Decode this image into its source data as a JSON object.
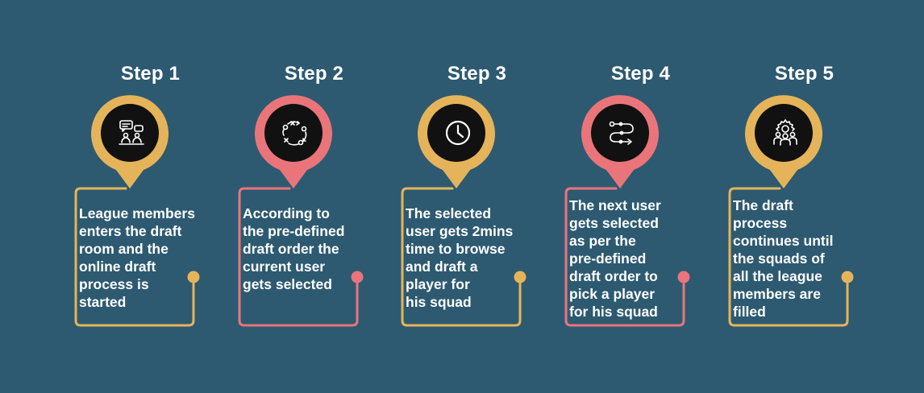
{
  "colors": {
    "background": "#2d5a71",
    "gold": "#e5b45a",
    "coral": "#e9757a",
    "icon_bg": "#111111"
  },
  "steps": [
    {
      "title": "Step 1",
      "accent": "#e5b45a",
      "icon": "chat-meeting-icon",
      "lines": [
        "League members",
        "enters the draft",
        "room and the",
        "online draft",
        "process is",
        "started"
      ]
    },
    {
      "title": "Step 2",
      "accent": "#e9757a",
      "icon": "strategy-cycle-icon",
      "lines": [
        "According to",
        "the pre-defined",
        "draft order the",
        "current user",
        "gets selected"
      ]
    },
    {
      "title": "Step 3",
      "accent": "#e5b45a",
      "icon": "clock-icon",
      "lines": [
        "The selected",
        "user gets 2mins",
        "time to browse",
        "and draft a",
        "player for",
        "his squad"
      ]
    },
    {
      "title": "Step 4",
      "accent": "#e9757a",
      "icon": "flow-path-icon",
      "lines": [
        "The next user",
        "gets selected",
        "as per the",
        "pre-defined",
        "draft order to",
        "pick a player",
        "for his squad"
      ]
    },
    {
      "title": "Step 5",
      "accent": "#e5b45a",
      "icon": "team-gear-icon",
      "lines": [
        "The draft",
        "process",
        "continues until",
        "the squads of",
        "all the league",
        "members are",
        "filled"
      ]
    }
  ]
}
